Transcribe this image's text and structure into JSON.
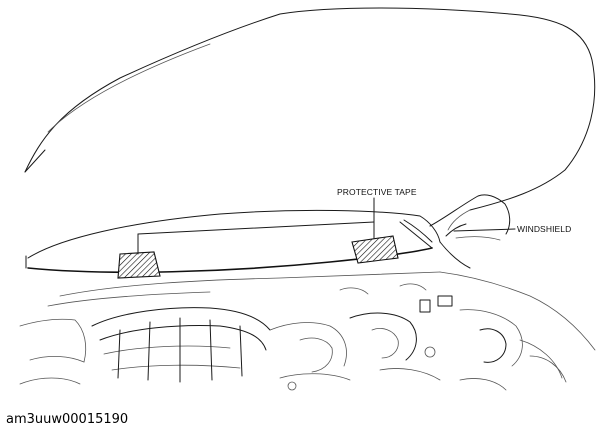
{
  "callouts": {
    "protective_tape": "PROTECTIVE TAPE",
    "windshield": "WINDSHIELD"
  },
  "figure_id": "am3uuw00015190",
  "colors": {
    "line": "#1a1a1a",
    "background": "#ffffff"
  }
}
